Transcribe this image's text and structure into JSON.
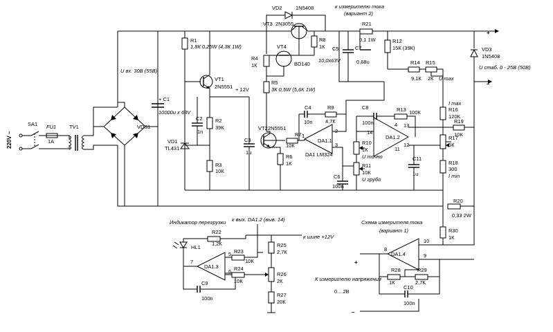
{
  "labels": {
    "vd2": "VD2",
    "vd2_type": "1N5408",
    "current_meter_v2": "к измерителю тока",
    "variant2": "(вариант 2)",
    "vt3": "VT3",
    "vt3_type": "2N3055",
    "r21": "R21",
    "r21_val": "0,1 1W",
    "r1": "R1",
    "r1_val": "1,8К 0,25W (4,3К 1W)",
    "r8": "R8",
    "r8_val": "1К",
    "c7": "C7",
    "c7_val": "0,68u",
    "c5": "C5",
    "c5_val": "10,0х63V",
    "r12": "R12",
    "r12_val": "15К (39К)",
    "vd3": "VD3",
    "vd3_type": "1N5408",
    "vt4": "VT4",
    "vt4_type": "BD140",
    "r4": "R4",
    "r4_val": "1К",
    "uin": "U вх. 30В (55В)",
    "r14": "R14",
    "r14_val": "9,1К",
    "r15": "R15",
    "r15_val": "2К",
    "umax": "U max",
    "ustab": "U стаб. 0 - 25В (50В)",
    "vt1": "VT1",
    "vt1_type": "2N5551",
    "plus12": "+ 12V",
    "r5": "R5",
    "r5_val": "3К 0,5W (5,6К 1W)",
    "c1": "+ C1",
    "c1_val": "10000u х 63V",
    "sa1": "SA1",
    "fu1": "FU1",
    "fu1_val": "1A",
    "tv1": "TV1",
    "mains": "220V ~",
    "vds1": "VDS1",
    "c2": "C2",
    "c2_val": "1n",
    "r2": "R2",
    "r2_val": "39К",
    "vd1": "VD1",
    "vd1_type": "TL431",
    "c4": "C4",
    "c4_val": "10n",
    "r9": "R9",
    "r9_val": "4,7К",
    "c8": "C8",
    "c8_val": "100n",
    "r13": "R13",
    "r13_val": "100К",
    "r16": "R16",
    "imax": "I max",
    "r16_val": "120К",
    "r19": "R19",
    "r19_val": "10К",
    "vt2": "VT2",
    "vt2_type": "2N5551",
    "r7": "R7",
    "r7_val": "10К",
    "da11": "DA1.1",
    "da1_type": "DA1 LM324",
    "da12": "DA1.2",
    "r17": "R17",
    "r17_val": "5К",
    "r10": "R10",
    "r10_val": "1К",
    "u_fine": "U точно",
    "r11": "R11",
    "r11_val": "10К",
    "u_coarse": "U грубо",
    "c3": "C3",
    "c3_val": "1u",
    "r6": "R6",
    "r6_val": "1К",
    "c11": "C11",
    "c11_val": "1u",
    "r18": "R18",
    "r18_val": "300",
    "imin": "I min",
    "r3": "R3",
    "r3_val": "10К",
    "c6": "C6",
    "c6_val": "100n",
    "r20": "R20",
    "r20_val": "0,33 2W",
    "overload": "Индикатор перегрузки",
    "to_out": "к вых. DA1.2 (выв. 14)",
    "current_scheme": "Схема измерителя тока",
    "variant1": "(вариант 1)",
    "r22": "R22",
    "r22_val": "1,2К",
    "hl1": "HL1",
    "bus12": "к шине +12V",
    "r25": "R25",
    "r25_val": "2,7К",
    "r30": "R30",
    "r30_val": "1К",
    "r23": "R23",
    "r23_val": "10К",
    "da13": "DA1.3",
    "da14": "DA1.4",
    "r24": "R24",
    "r24_val": "10К",
    "r26": "R26",
    "r26_val": "2К",
    "r28": "R28",
    "r28_val": "1К",
    "r29": "R29",
    "r29_val": "2,7К",
    "voltmeter": "К измерителю напряжения",
    "range": "0....2В",
    "c9": "C9",
    "c9_val": "100n",
    "r27": "R27",
    "r27_val": "20К",
    "c10": "C10",
    "c10_val": "100n",
    "out_plus": "+",
    "out_minus": "–",
    "meter_plus": "+",
    "meter_minus": "–",
    "pin1": "1",
    "pin2": "2",
    "pin3": "3",
    "pin4": "4",
    "pin11": "11",
    "pin12": "12",
    "pin13": "13",
    "pin14": "14",
    "pin5": "5",
    "pin6": "6",
    "pin7": "7",
    "pin8": "8",
    "pin9": "9",
    "pin10": "10"
  }
}
